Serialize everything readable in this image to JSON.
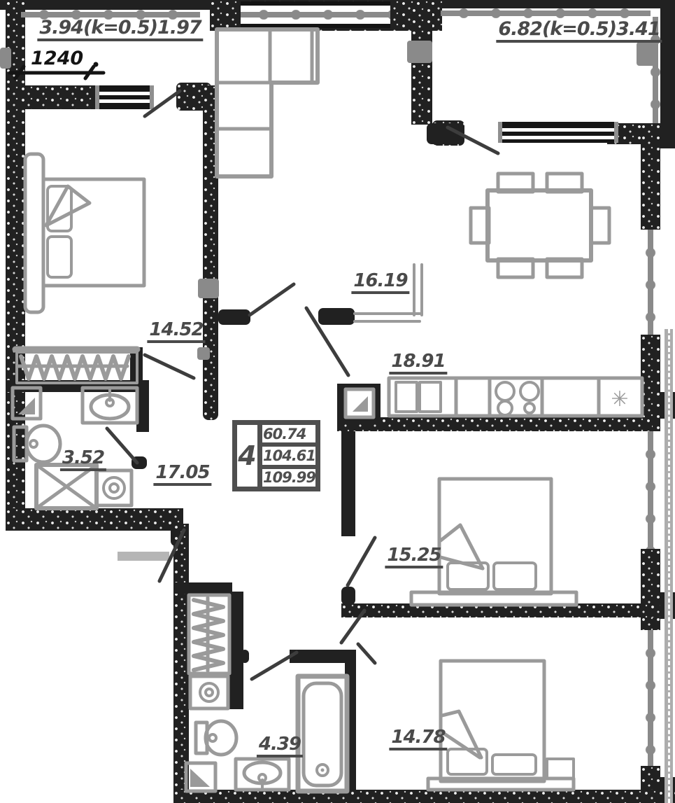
{
  "rooms": {
    "balcony_top_left": "3.94(k=0.5)1.97",
    "balcony_top_right": "6.82(k=0.5)3.41",
    "living_room": "16.19",
    "bedroom_left": "14.52",
    "kitchen_dining": "18.91",
    "bathroom_small": "3.52",
    "hallway": "17.05",
    "bedroom_right": "15.25",
    "bathroom_large": "4.39",
    "bedroom_bottom": "14.78"
  },
  "legend": {
    "rooms_count": "4",
    "living_area": "60.74",
    "apartment_area": "104.61",
    "total_area": "109.99"
  },
  "dimension_label": "1240",
  "icons": {
    "fridge_snowflake": "✳"
  },
  "colors": {
    "wall": "#212121",
    "furniture": "#9a9a9a",
    "label": "#4a4a4a",
    "glazing": "#8a8a8a",
    "door_swing": "#3d3d3d"
  }
}
